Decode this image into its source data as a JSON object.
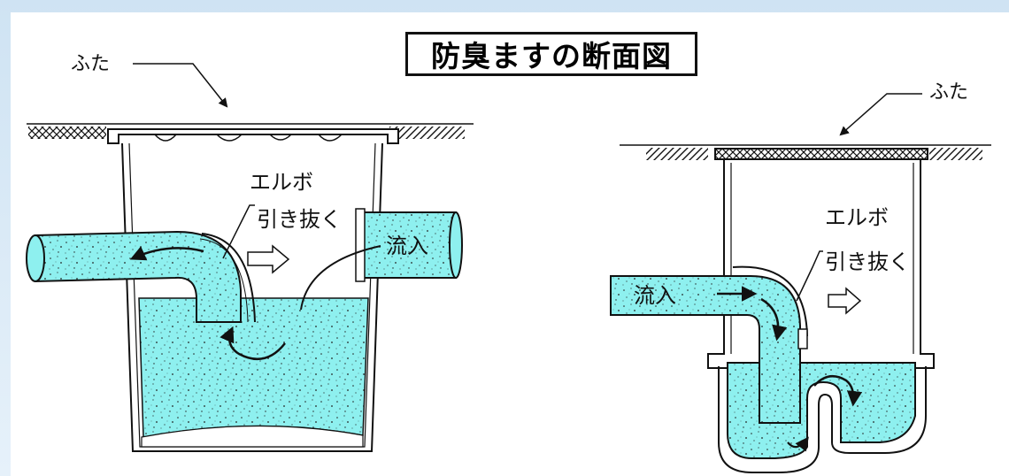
{
  "title": "防臭ますの断面図",
  "left": {
    "lid_label": "ふた",
    "elbow_label": "エルボ",
    "pull_label": "引き抜く",
    "inflow_label": "流入"
  },
  "right": {
    "lid_label": "ふた",
    "elbow_label": "エルボ",
    "pull_label": "引き抜く",
    "inflow_label": "流入"
  },
  "colors": {
    "water": "#8ef0ef",
    "line": "#111111"
  }
}
